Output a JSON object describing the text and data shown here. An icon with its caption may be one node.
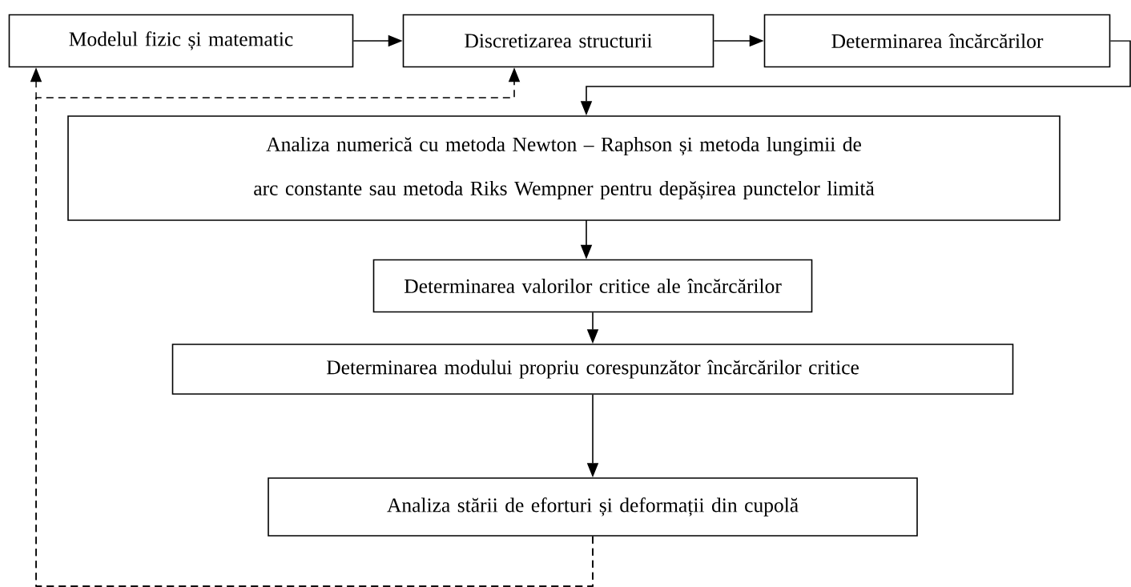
{
  "diagram": {
    "nodes": [
      {
        "text": [
          "Modelul fizic și matematic"
        ]
      },
      {
        "text": [
          "Discretizarea structurii"
        ]
      },
      {
        "text": [
          "Determinarea încărcărilor"
        ]
      },
      {
        "text": [
          "Analiza numerică cu metoda Newton – Raphson și metoda lungimii de arc constante sau metoda Riks Wempner pentru depășirea punctelor limită"
        ]
      },
      {
        "text": [
          "Determinarea valorilor critice ale încărcărilor"
        ]
      },
      {
        "text": [
          "Determinarea modului propriu corespunzător încărcărilor critice"
        ]
      },
      {
        "text": [
          "Analiza stării de eforturi și deformații din cupolă"
        ]
      }
    ],
    "edges": [
      {
        "from": 0,
        "to": 1,
        "arrow": "to"
      },
      {
        "from": 1,
        "to": 2,
        "arrow": "to"
      },
      {
        "from": 2,
        "to": 3,
        "arrow": "to"
      },
      {
        "from": 3,
        "to": 4,
        "arrow": "to"
      },
      {
        "from": 4,
        "to": 5,
        "arrow": "to"
      },
      {
        "from": 5,
        "to": 6,
        "arrow": "to"
      },
      {
        "from": 6,
        "to": 0,
        "arrow": "to",
        "style": "dashed"
      },
      {
        "from": 6,
        "to": 1,
        "arrow": "to",
        "style": "dashed"
      }
    ]
  }
}
